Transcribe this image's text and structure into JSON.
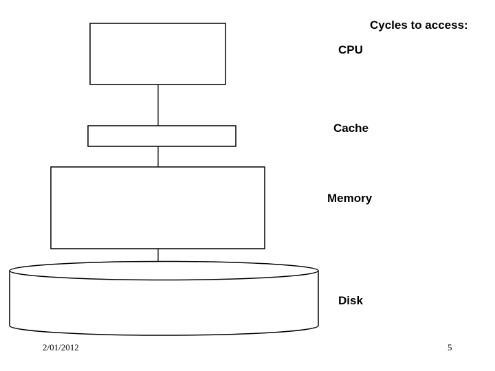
{
  "header": {
    "title": "Cycles to access:"
  },
  "levels": [
    {
      "id": "cpu",
      "label": "CPU"
    },
    {
      "id": "cache",
      "label": "Cache"
    },
    {
      "id": "memory",
      "label": "Memory"
    },
    {
      "id": "disk",
      "label": "Disk"
    }
  ],
  "footer": {
    "date": "2/01/2012",
    "page_number": "5"
  },
  "colors": {
    "stroke": "#000000",
    "fill": "#ffffff"
  }
}
